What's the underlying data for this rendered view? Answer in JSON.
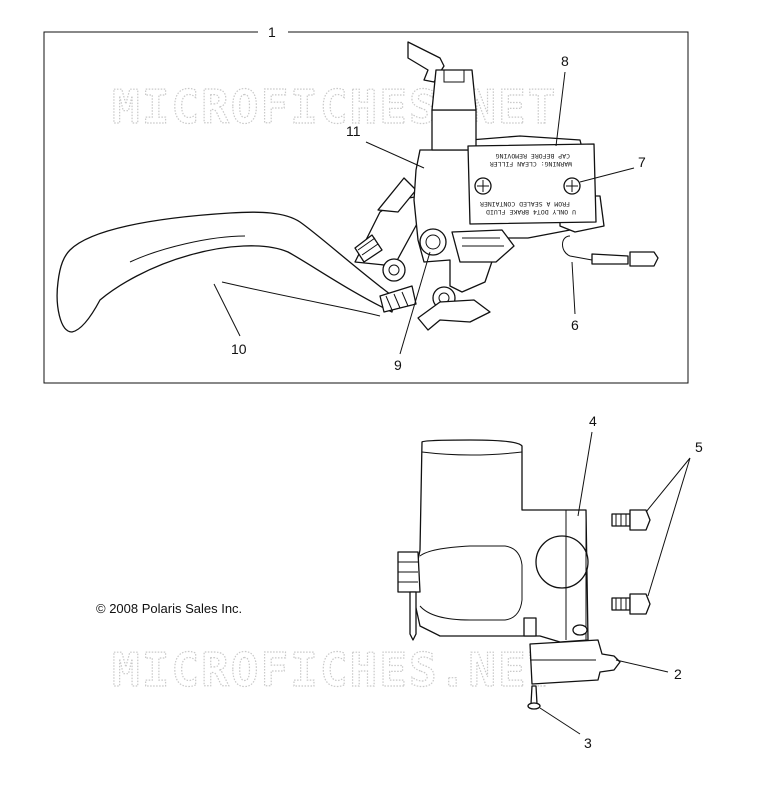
{
  "watermark": "MICROFICHES.NET",
  "copyright": "© 2008 Polaris Sales Inc.",
  "reservoir_label": {
    "line1": "U    ONLY DOT4 BRAKE FLUID",
    "line2": "FROM A SEALED CONTAINER",
    "line3": "WARNING: CLEAN FILLER",
    "line4": "CAP BEFORE REMOVING"
  },
  "callouts": {
    "c1": "1",
    "c2": "2",
    "c3": "3",
    "c4": "4",
    "c5": "5",
    "c6": "6",
    "c7": "7",
    "c8": "8",
    "c9": "9",
    "c10": "10",
    "c11": "11"
  }
}
